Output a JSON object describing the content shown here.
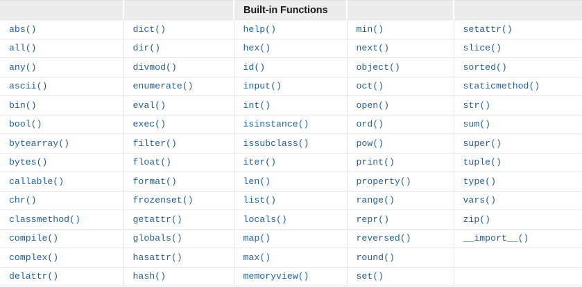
{
  "table": {
    "title": "Built-in Functions",
    "title_column_index": 2,
    "column_count": 5,
    "header_cells": [
      "",
      "",
      "Built-in Functions",
      "",
      ""
    ],
    "text_color": "#215f9a",
    "header_background": "#ececec",
    "header_text_color": "#1a1a1a",
    "border_color": "#e6e6e6",
    "row_count": 14,
    "rows": [
      [
        "abs()",
        "dict()",
        "help()",
        "min()",
        "setattr()"
      ],
      [
        "all()",
        "dir()",
        "hex()",
        "next()",
        "slice()"
      ],
      [
        "any()",
        "divmod()",
        "id()",
        "object()",
        "sorted()"
      ],
      [
        "ascii()",
        "enumerate()",
        "input()",
        "oct()",
        "staticmethod()"
      ],
      [
        "bin()",
        "eval()",
        "int()",
        "open()",
        "str()"
      ],
      [
        "bool()",
        "exec()",
        "isinstance()",
        "ord()",
        "sum()"
      ],
      [
        "bytearray()",
        "filter()",
        "issubclass()",
        "pow()",
        "super()"
      ],
      [
        "bytes()",
        "float()",
        "iter()",
        "print()",
        "tuple()"
      ],
      [
        "callable()",
        "format()",
        "len()",
        "property()",
        "type()"
      ],
      [
        "chr()",
        "frozenset()",
        "list()",
        "range()",
        "vars()"
      ],
      [
        "classmethod()",
        "getattr()",
        "locals()",
        "repr()",
        "zip()"
      ],
      [
        "compile()",
        "globals()",
        "map()",
        "reversed()",
        "__import__()"
      ],
      [
        "complex()",
        "hasattr()",
        "max()",
        "round()",
        ""
      ],
      [
        "delattr()",
        "hash()",
        "memoryview()",
        "set()",
        ""
      ]
    ]
  }
}
